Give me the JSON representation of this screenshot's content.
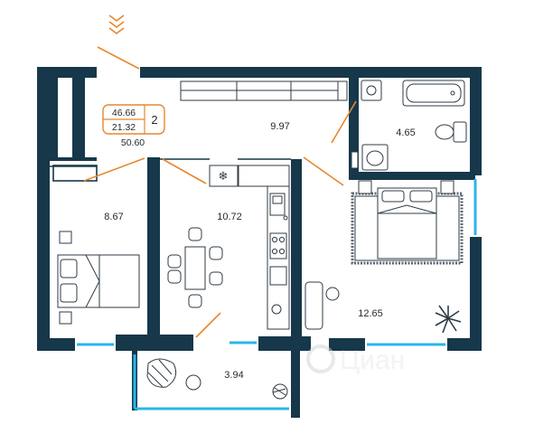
{
  "summary": {
    "total_area": "46.66",
    "living_area": "21.32",
    "rooms": "2",
    "area_with_balcony": "50.60"
  },
  "rooms": {
    "corridor": "9.97",
    "bathroom": "4.65",
    "bedroom_small": "8.67",
    "kitchen": "10.72",
    "bedroom_main": "12.65",
    "balcony": "3.94"
  },
  "watermark": "Циан",
  "colors": {
    "wall": "#16384a",
    "window": "#29b6e8",
    "door_swing": "#e8872c",
    "entrance_arrow": "#e8872c"
  },
  "icons": {
    "entrance": "double-chevron-down-icon",
    "fridge": "snowflake-icon"
  }
}
